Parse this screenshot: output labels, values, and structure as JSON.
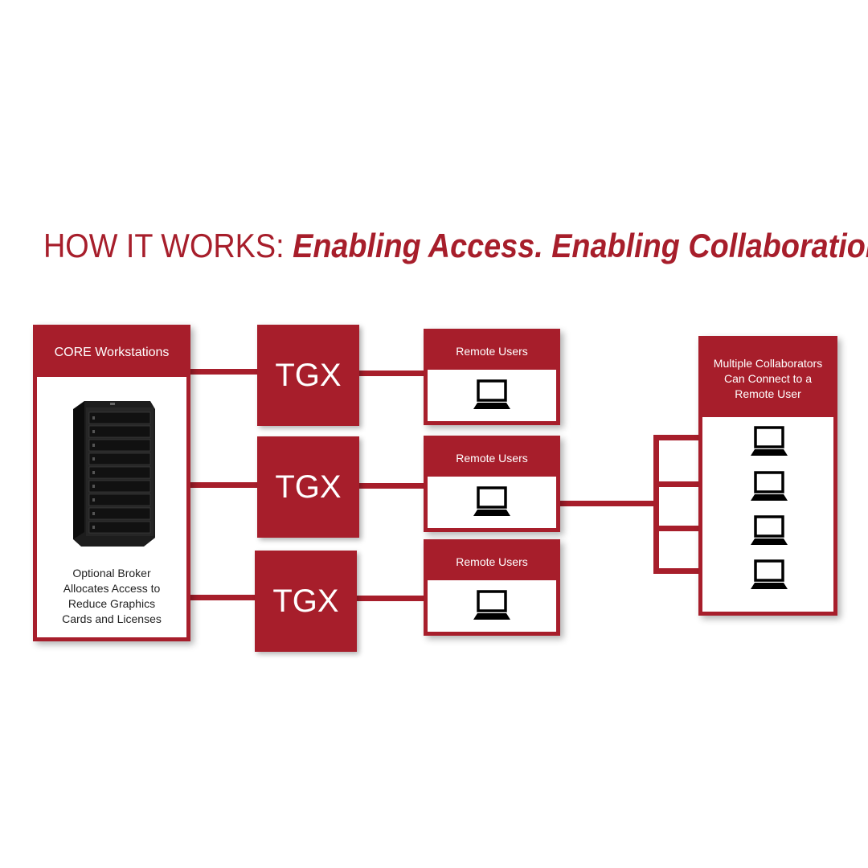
{
  "title": {
    "main": "HOW IT WORKS:",
    "sub": "Enabling Access. Enabling Collaboration"
  },
  "core": {
    "label": "CORE Workstations",
    "caption": [
      "Optional Broker",
      "Allocates Access to",
      "Reduce Graphics",
      "Cards and Licenses"
    ]
  },
  "tgx": [
    "TGX",
    "TGX",
    "TGX"
  ],
  "remote_users": [
    "Remote Users",
    "Remote Users",
    "Remote Users"
  ],
  "collaborators": {
    "label": [
      "Multiple Collaborators",
      "Can Connect to a",
      "Remote User"
    ]
  },
  "colors": {
    "accent": "#a71e2b",
    "background": "#ffffff"
  },
  "icons": {
    "laptop": "laptop-icon",
    "server": "server-rack-image"
  }
}
